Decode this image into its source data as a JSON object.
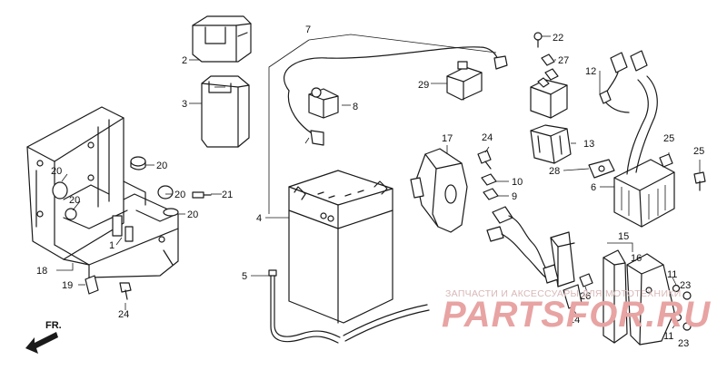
{
  "callouts": {
    "c1": "1",
    "c2": "2",
    "c3": "3",
    "c4": "4",
    "c5": "5",
    "c6": "6",
    "c7": "7",
    "c8": "8",
    "c9": "9",
    "c10": "10",
    "c11a": "11",
    "c11b": "11",
    "c12": "12",
    "c13": "13",
    "c14": "14",
    "c15": "15",
    "c16": "16",
    "c17": "17",
    "c18": "18",
    "c19": "19",
    "c20a": "20",
    "c20b": "20",
    "c20c": "20",
    "c20d": "20",
    "c20e": "20",
    "c21": "21",
    "c22": "22",
    "c23a": "23",
    "c23b": "23",
    "c24a": "24",
    "c24b": "24",
    "c25a": "25",
    "c25b": "25",
    "c26": "26",
    "c27": "27",
    "c28": "28",
    "c29": "29"
  },
  "direction_label": "FR.",
  "watermark": {
    "tagline": "ЗАПЧАСТИ И АКСЕССУАРЫ ДЛЯ МОТОТЕХНИКИ",
    "brand": "PARTSFOR.RU"
  }
}
